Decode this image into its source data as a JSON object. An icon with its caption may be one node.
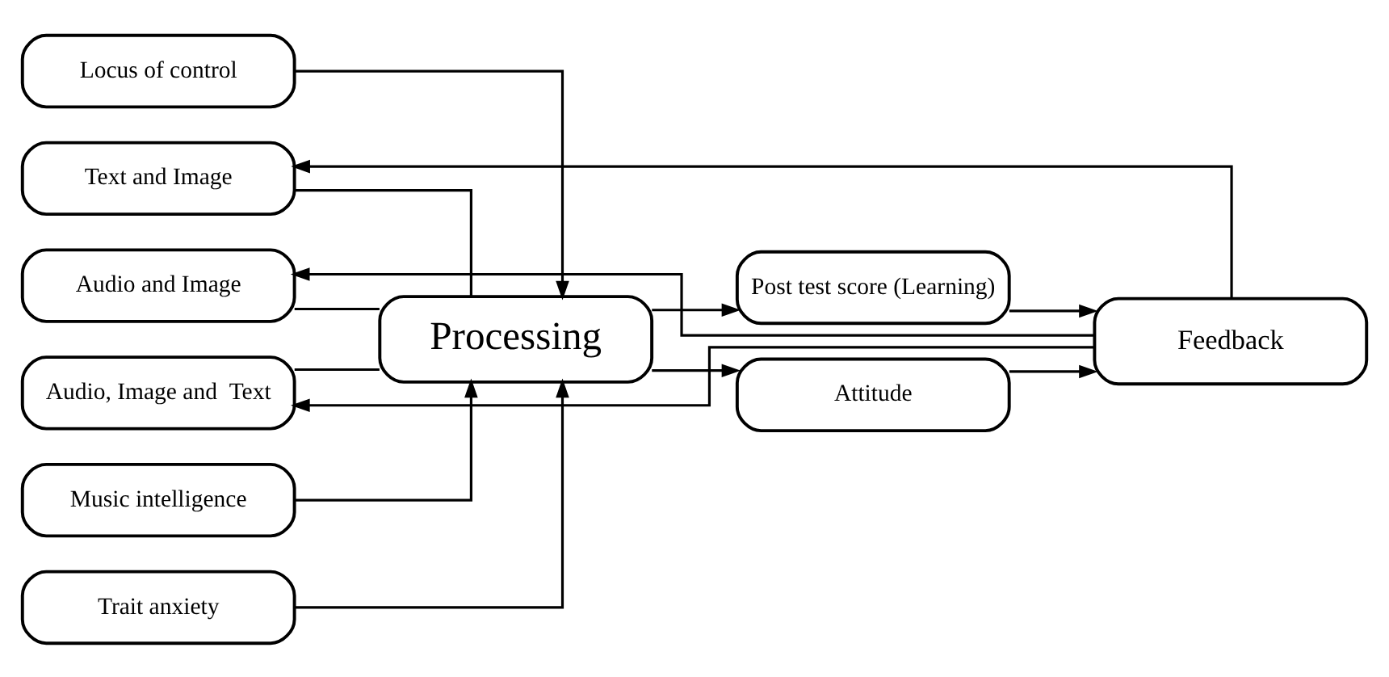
{
  "diagram": {
    "nodes": [
      {
        "text": [
          "Locus of control"
        ]
      },
      {
        "text": [
          "Music intelligence"
        ]
      },
      {
        "text": [
          "Trait anxiety"
        ]
      },
      {
        "text": [
          "Text and Image"
        ]
      },
      {
        "text": [
          "Audio and Image"
        ]
      },
      {
        "text": [
          "Audio, Image and  Text"
        ]
      },
      {
        "text": [
          "Processing"
        ]
      },
      {
        "text": [
          "Post test score (Learning)"
        ]
      },
      {
        "text": [
          "Attitude"
        ]
      },
      {
        "text": [
          "Feedback"
        ]
      }
    ],
    "edges": [
      {
        "from": 0,
        "to": 6,
        "arrow": "to"
      },
      {
        "from": 1,
        "to": 6,
        "arrow": "to"
      },
      {
        "from": 2,
        "to": 6,
        "arrow": "to"
      },
      {
        "from": 3,
        "to": 6,
        "arrow": "none"
      },
      {
        "from": 4,
        "to": 6,
        "arrow": "none"
      },
      {
        "from": 5,
        "to": 6,
        "arrow": "none"
      },
      {
        "from": 6,
        "to": 7,
        "arrow": "to"
      },
      {
        "from": 6,
        "to": 8,
        "arrow": "to"
      },
      {
        "from": 7,
        "to": 9,
        "arrow": "to"
      },
      {
        "from": 8,
        "to": 9,
        "arrow": "to"
      },
      {
        "from": 9,
        "to": 3,
        "arrow": "to"
      },
      {
        "from": 9,
        "to": 4,
        "arrow": "to"
      },
      {
        "from": 9,
        "to": 5,
        "arrow": "to"
      }
    ]
  }
}
